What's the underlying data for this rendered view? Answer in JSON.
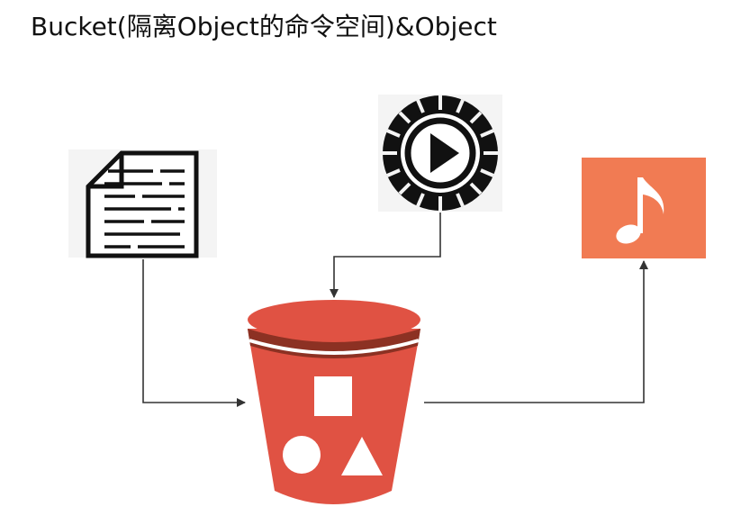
{
  "title": "Bucket(隔离Object的命令空间)&Object",
  "nodes": [
    {
      "id": "document",
      "icon": "document-icon"
    },
    {
      "id": "video",
      "icon": "video-play-icon"
    },
    {
      "id": "music",
      "icon": "music-note-icon"
    },
    {
      "id": "bucket",
      "icon": "s3-bucket-icon"
    }
  ],
  "edges": [
    {
      "from": "document",
      "to": "bucket"
    },
    {
      "from": "video",
      "to": "bucket"
    },
    {
      "from": "bucket",
      "to": "music"
    }
  ],
  "colors": {
    "bucket_red": "#e05243",
    "bucket_dark": "#8c3123",
    "music_orange": "#f17b53",
    "arrow": "#333333",
    "icon_bg": "#f4f4f4"
  }
}
